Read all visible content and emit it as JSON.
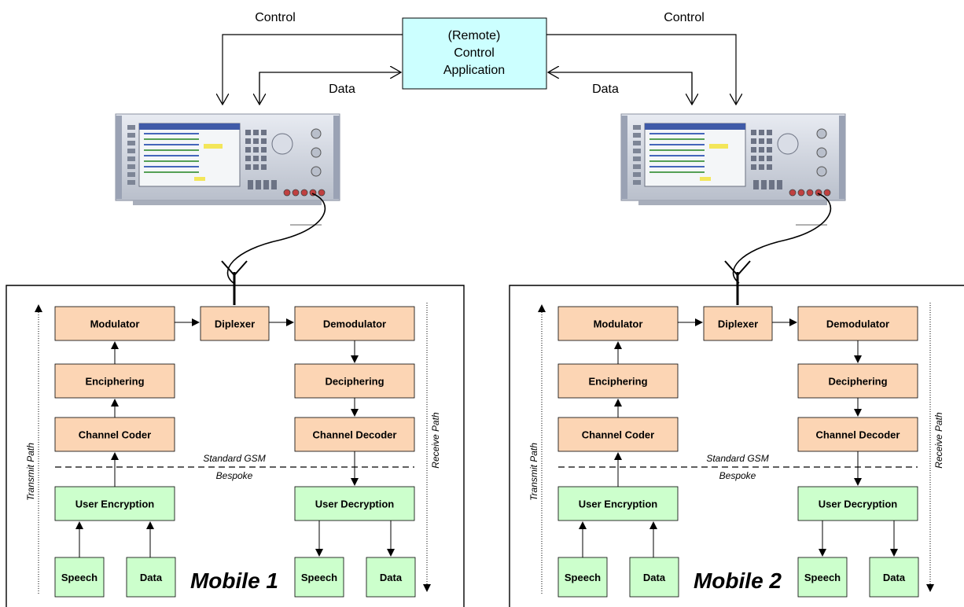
{
  "colors": {
    "control_box": "#ccffff",
    "orange_box": "#fcd5b4",
    "green_box": "#ccffcc",
    "line": "#000000"
  },
  "control_app": {
    "text_lines": [
      "(Remote)",
      "Control",
      "Application"
    ]
  },
  "links": {
    "control_left": "Control",
    "control_right": "Control",
    "data_left": "Data",
    "data_right": "Data"
  },
  "testers": [
    {
      "device": "radio-communication-tester"
    },
    {
      "device": "radio-communication-tester"
    }
  ],
  "mobiles": [
    {
      "title": "Mobile 1",
      "transmit_path": "Transmit Path",
      "receive_path": "Receive Path",
      "standard_label": "Standard GSM",
      "bespoke_label": "Bespoke",
      "blocks": {
        "modulator": "Modulator",
        "diplexer": "Diplexer",
        "demodulator": "Demodulator",
        "enciphering": "Enciphering",
        "deciphering": "Deciphering",
        "channel_coder": "Channel Coder",
        "channel_decoder": "Channel Decoder",
        "user_encryption": "User Encryption",
        "user_decryption": "User Decryption",
        "speech_in": "Speech",
        "data_in": "Data",
        "speech_out": "Speech",
        "data_out": "Data"
      }
    },
    {
      "title": "Mobile 2",
      "transmit_path": "Transmit Path",
      "receive_path": "Receive Path",
      "standard_label": "Standard GSM",
      "bespoke_label": "Bespoke",
      "blocks": {
        "modulator": "Modulator",
        "diplexer": "Diplexer",
        "demodulator": "Demodulator",
        "enciphering": "Enciphering",
        "deciphering": "Deciphering",
        "channel_coder": "Channel Coder",
        "channel_decoder": "Channel Decoder",
        "user_encryption": "User Encryption",
        "user_decryption": "User Decryption",
        "speech_in": "Speech",
        "data_in": "Data",
        "speech_out": "Speech",
        "data_out": "Data"
      }
    }
  ]
}
